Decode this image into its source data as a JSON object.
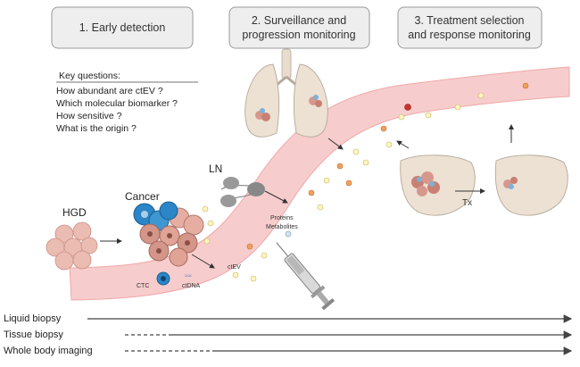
{
  "phases": [
    {
      "lines": [
        "1. Early detection"
      ]
    },
    {
      "lines": [
        "2. Surveillance and",
        "progression monitoring"
      ]
    },
    {
      "lines": [
        "3. Treatment selection",
        "and response monitoring"
      ]
    }
  ],
  "key_questions": {
    "title": "Key questions:",
    "items": [
      "How abundant are ctEV ?",
      "Which molecular biomarker ?",
      "How sensitive ?",
      "What is the origin ?"
    ]
  },
  "labels": {
    "hgd": "HGD",
    "cancer": "Cancer",
    "ln": "LN",
    "ctc": "CTC",
    "ctdna": "ctDNA",
    "ctev": "ctEV",
    "proteins": "Proteins",
    "metabolites": "Metabolites",
    "tx": "Tx"
  },
  "modalities": [
    "Liquid biopsy",
    "Tissue biopsy",
    "Whole body imaging"
  ],
  "colors": {
    "vessel": "#f6c9c9",
    "vessel_edge": "#eea9a9",
    "cell_pink": "#e6aea3",
    "cell_blue": "#2a86c6",
    "organ": "#ece1d3",
    "ev_yellow": "#fff6bd",
    "ev_orange": "#f0a15b",
    "ev_red": "#c9332b"
  }
}
